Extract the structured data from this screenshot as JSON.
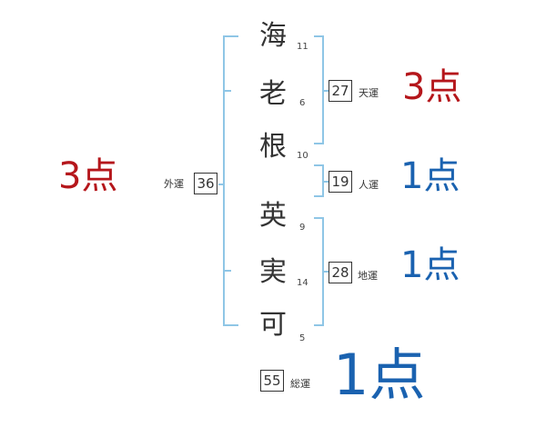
{
  "name_chars": [
    {
      "char": "海",
      "strokes": "11"
    },
    {
      "char": "老",
      "strokes": "6"
    },
    {
      "char": "根",
      "strokes": "10"
    },
    {
      "char": "英",
      "strokes": "9"
    },
    {
      "char": "実",
      "strokes": "14"
    },
    {
      "char": "可",
      "strokes": "5"
    }
  ],
  "fortunes": {
    "tenun": {
      "label": "天運",
      "value": "27",
      "score": "3点",
      "color": "#b5161b"
    },
    "jinun": {
      "label": "人運",
      "value": "19",
      "score": "1点",
      "color": "#1a62b0"
    },
    "chiun": {
      "label": "地運",
      "value": "28",
      "score": "1点",
      "color": "#1a62b0"
    },
    "gaiun": {
      "label": "外運",
      "value": "36",
      "score": "3点",
      "color": "#b5161b"
    },
    "souun": {
      "label": "総運",
      "value": "55",
      "score": "1点",
      "color": "#1a62b0"
    }
  },
  "colors": {
    "bracket": "#8fc6e6",
    "red": "#b5161b",
    "blue": "#1a62b0"
  }
}
